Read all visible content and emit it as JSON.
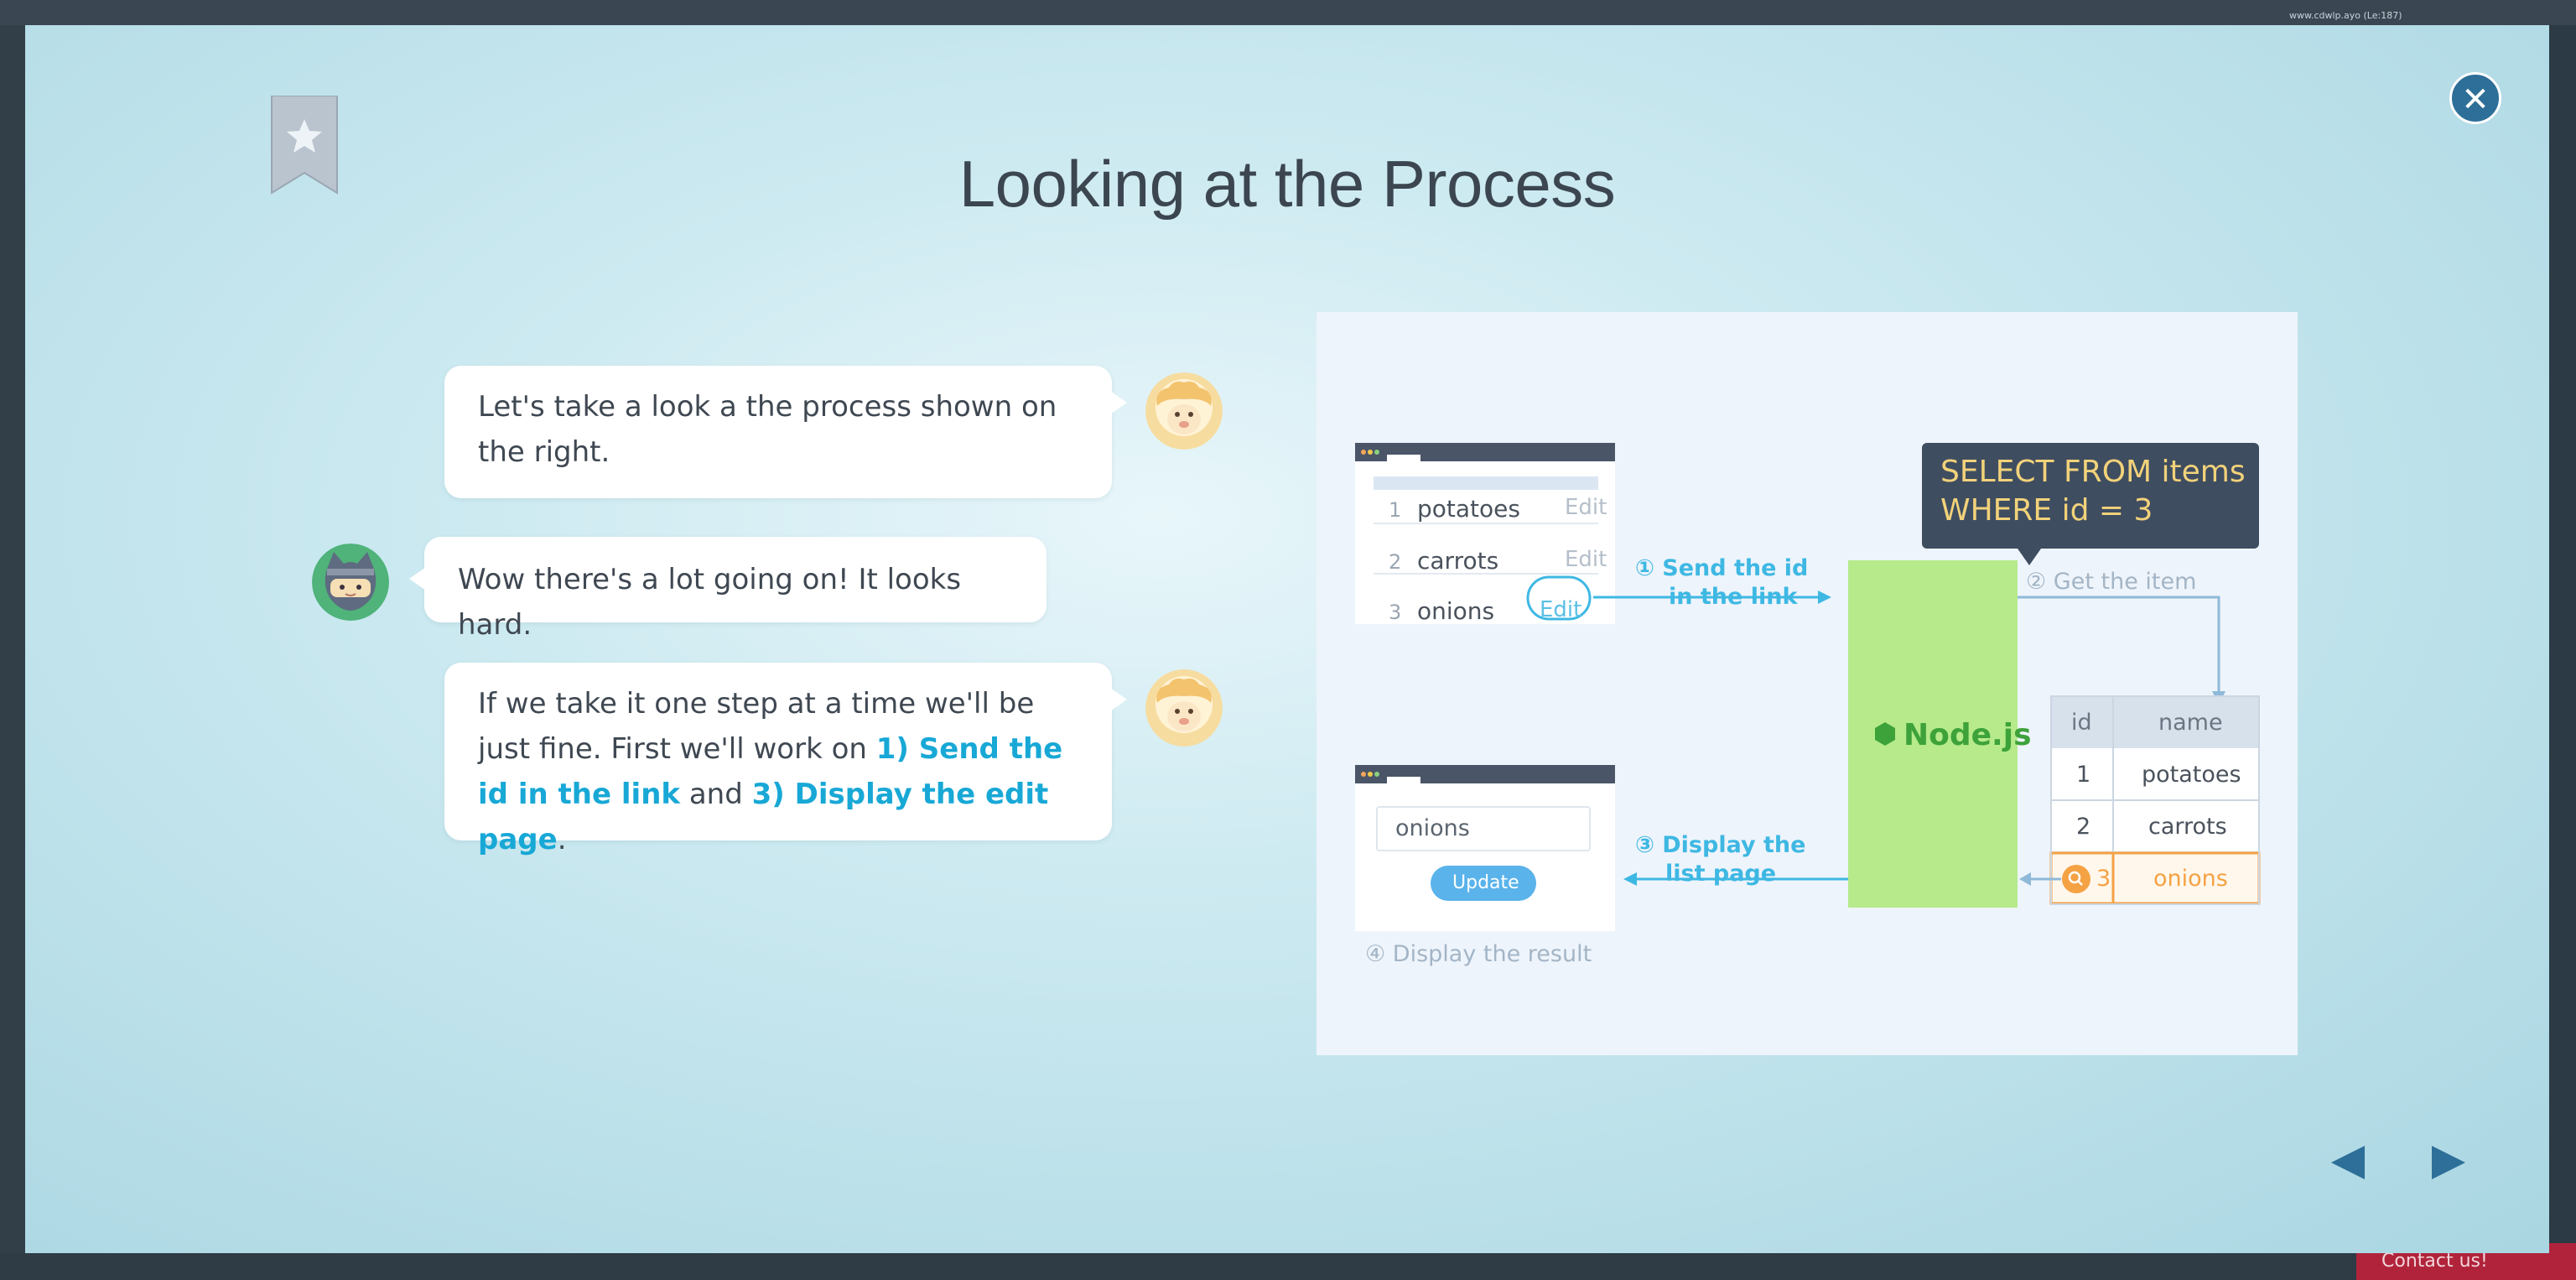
{
  "window": {
    "url_text": "www.cdwlp.ayo (Le:187)",
    "contact_label": "Contact us!"
  },
  "slide": {
    "title": "Looking at the Process"
  },
  "chat": [
    {
      "speaker": "sheep",
      "text": "Let's take a look a the process shown on the right."
    },
    {
      "speaker": "ninja",
      "text": "Wow there's a lot going on! It looks hard."
    },
    {
      "speaker": "sheep",
      "text_parts": {
        "p1": "If we take it one step at a time we'll be just fine. First we'll work on ",
        "h1": "1) Send the id in the link",
        "p2": " and ",
        "h2": "3) Display the edit page",
        "p3": "."
      }
    }
  ],
  "diagram": {
    "list_page": {
      "rows": [
        {
          "num": "1",
          "name": "potatoes",
          "action": "Edit"
        },
        {
          "num": "2",
          "name": "carrots",
          "action": "Edit"
        },
        {
          "num": "3",
          "name": "onions",
          "action": "Edit"
        }
      ]
    },
    "step1": {
      "line1": "① Send the id",
      "line2": "in the link"
    },
    "sql": {
      "line1": "SELECT FROM items",
      "line2": "WHERE id = 3"
    },
    "step2": "② Get the item",
    "server_label": "Node.js",
    "db_table": {
      "headers": [
        "id",
        "name"
      ],
      "rows": [
        {
          "id": "1",
          "name": "potatoes"
        },
        {
          "id": "2",
          "name": "carrots"
        },
        {
          "id": "3",
          "name": "onions"
        }
      ]
    },
    "step3": {
      "line1": "③ Display the",
      "line2": "list page"
    },
    "edit_page": {
      "input_value": "onions",
      "button": "Update"
    },
    "step4": "④ Display the result"
  },
  "colors": {
    "accent_blue": "#18a8d6",
    "node_green": "#b6ea8a",
    "highlight_orange": "#f5a244",
    "close_button": "#2d6f98"
  }
}
